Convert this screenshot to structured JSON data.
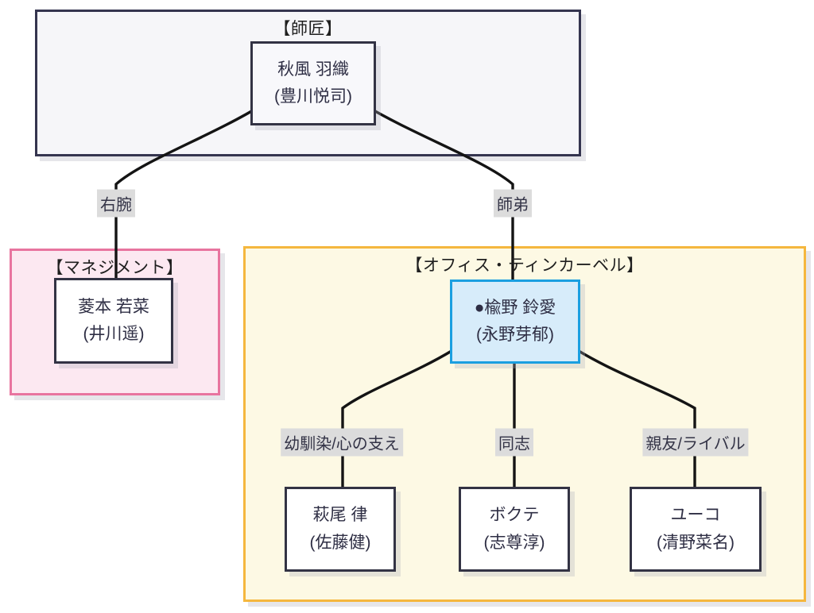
{
  "groups": {
    "mentor": {
      "title": "【師匠】"
    },
    "management": {
      "title": "【マネジメント】"
    },
    "office": {
      "title": "【オフィス・ティンカーベル】"
    }
  },
  "nodes": {
    "akikaze": {
      "line1": "秋風 羽織",
      "line2": "(豊川悦司)"
    },
    "hishimoto": {
      "line1": "菱本 若菜",
      "line2": "(井川遥)"
    },
    "suzume": {
      "line1": "●楡野 鈴愛",
      "line2": "(永野芽郁)"
    },
    "hagio": {
      "line1": "萩尾 律",
      "line2": "(佐藤健)"
    },
    "bokute": {
      "line1": "ボクテ",
      "line2": "(志尊淳)"
    },
    "yuko": {
      "line1": "ユーコ",
      "line2": "(清野菜名)"
    }
  },
  "edge_labels": {
    "migiude": "右腕",
    "shitei": "師弟",
    "osananajimi": "幼馴染/心の支え",
    "doushi": "同志",
    "shinyu": "親友/ライバル"
  },
  "colors": {
    "edge-line": "#141414",
    "edge-label-bg": "#dcdcdc",
    "edge-label-text": "#333346",
    "node-border": "#333344",
    "node-text": "#2e2e44",
    "node-bg": "#ffffff",
    "title-text": "#1f1f1f",
    "mentor-bg": "#f6f6f9",
    "mentor-border": "#35354f",
    "mentor-node-bg": "#f8f8fb",
    "management-bg": "#fce8f1",
    "management-border": "#e8749f",
    "office-bg": "#fdf9e4",
    "office-border": "#f5b73e",
    "suzume-bg": "#d7ecfa",
    "suzume-border": "#1b9fe0"
  }
}
